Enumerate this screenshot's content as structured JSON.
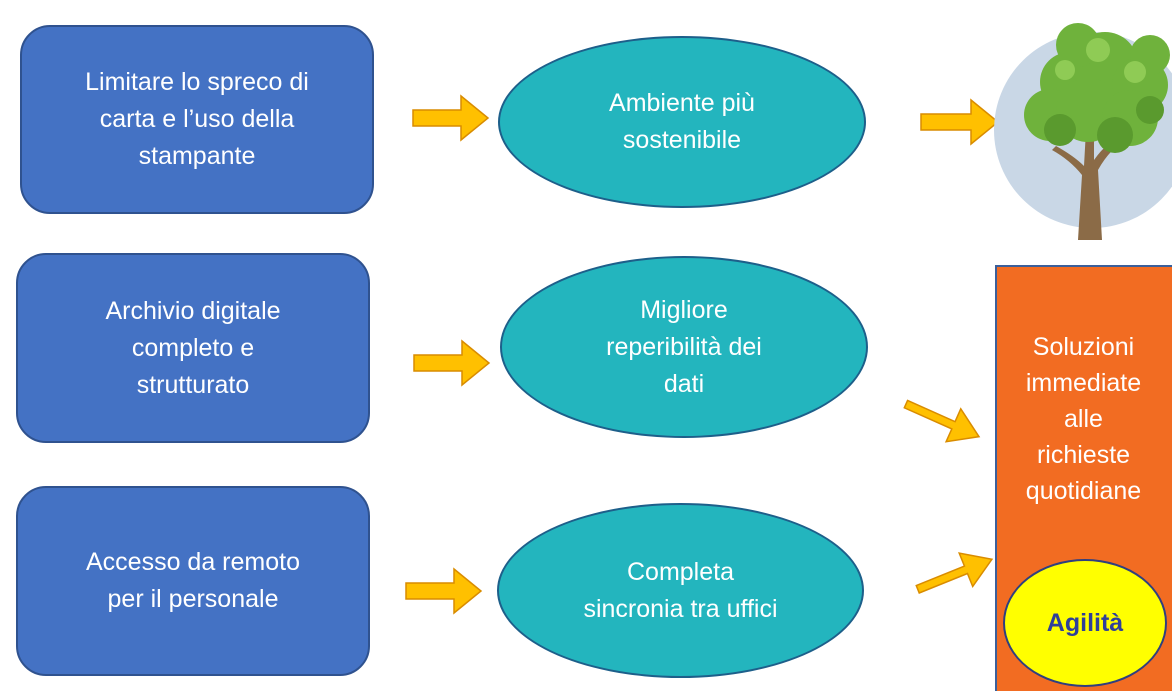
{
  "causes": [
    {
      "text": "Limitare lo spreco di\ncarta e l’uso della\nstampante"
    },
    {
      "text": "Archivio digitale\ncompleto e\nstrutturato"
    },
    {
      "text": "Accesso da remoto\nper il personale"
    }
  ],
  "effects": [
    {
      "text": "Ambiente più\nsostenibile"
    },
    {
      "text": "Migliore\nreperibilità dei\ndati"
    },
    {
      "text": "Completa\nsincronia tra uffici"
    }
  ],
  "result": {
    "text": "Soluzioni\nimmediate\nalle\nrichieste\nquotidiane",
    "badge": "Agilità"
  },
  "icons": {
    "tree": "tree-icon",
    "arrow": "arrow-right-icon"
  },
  "colors": {
    "cause_fill": "#4472c4",
    "effect_fill": "#23b5be",
    "result_fill": "#f26c22",
    "badge_fill": "#ffff00",
    "arrow_fill": "#ffc000"
  }
}
